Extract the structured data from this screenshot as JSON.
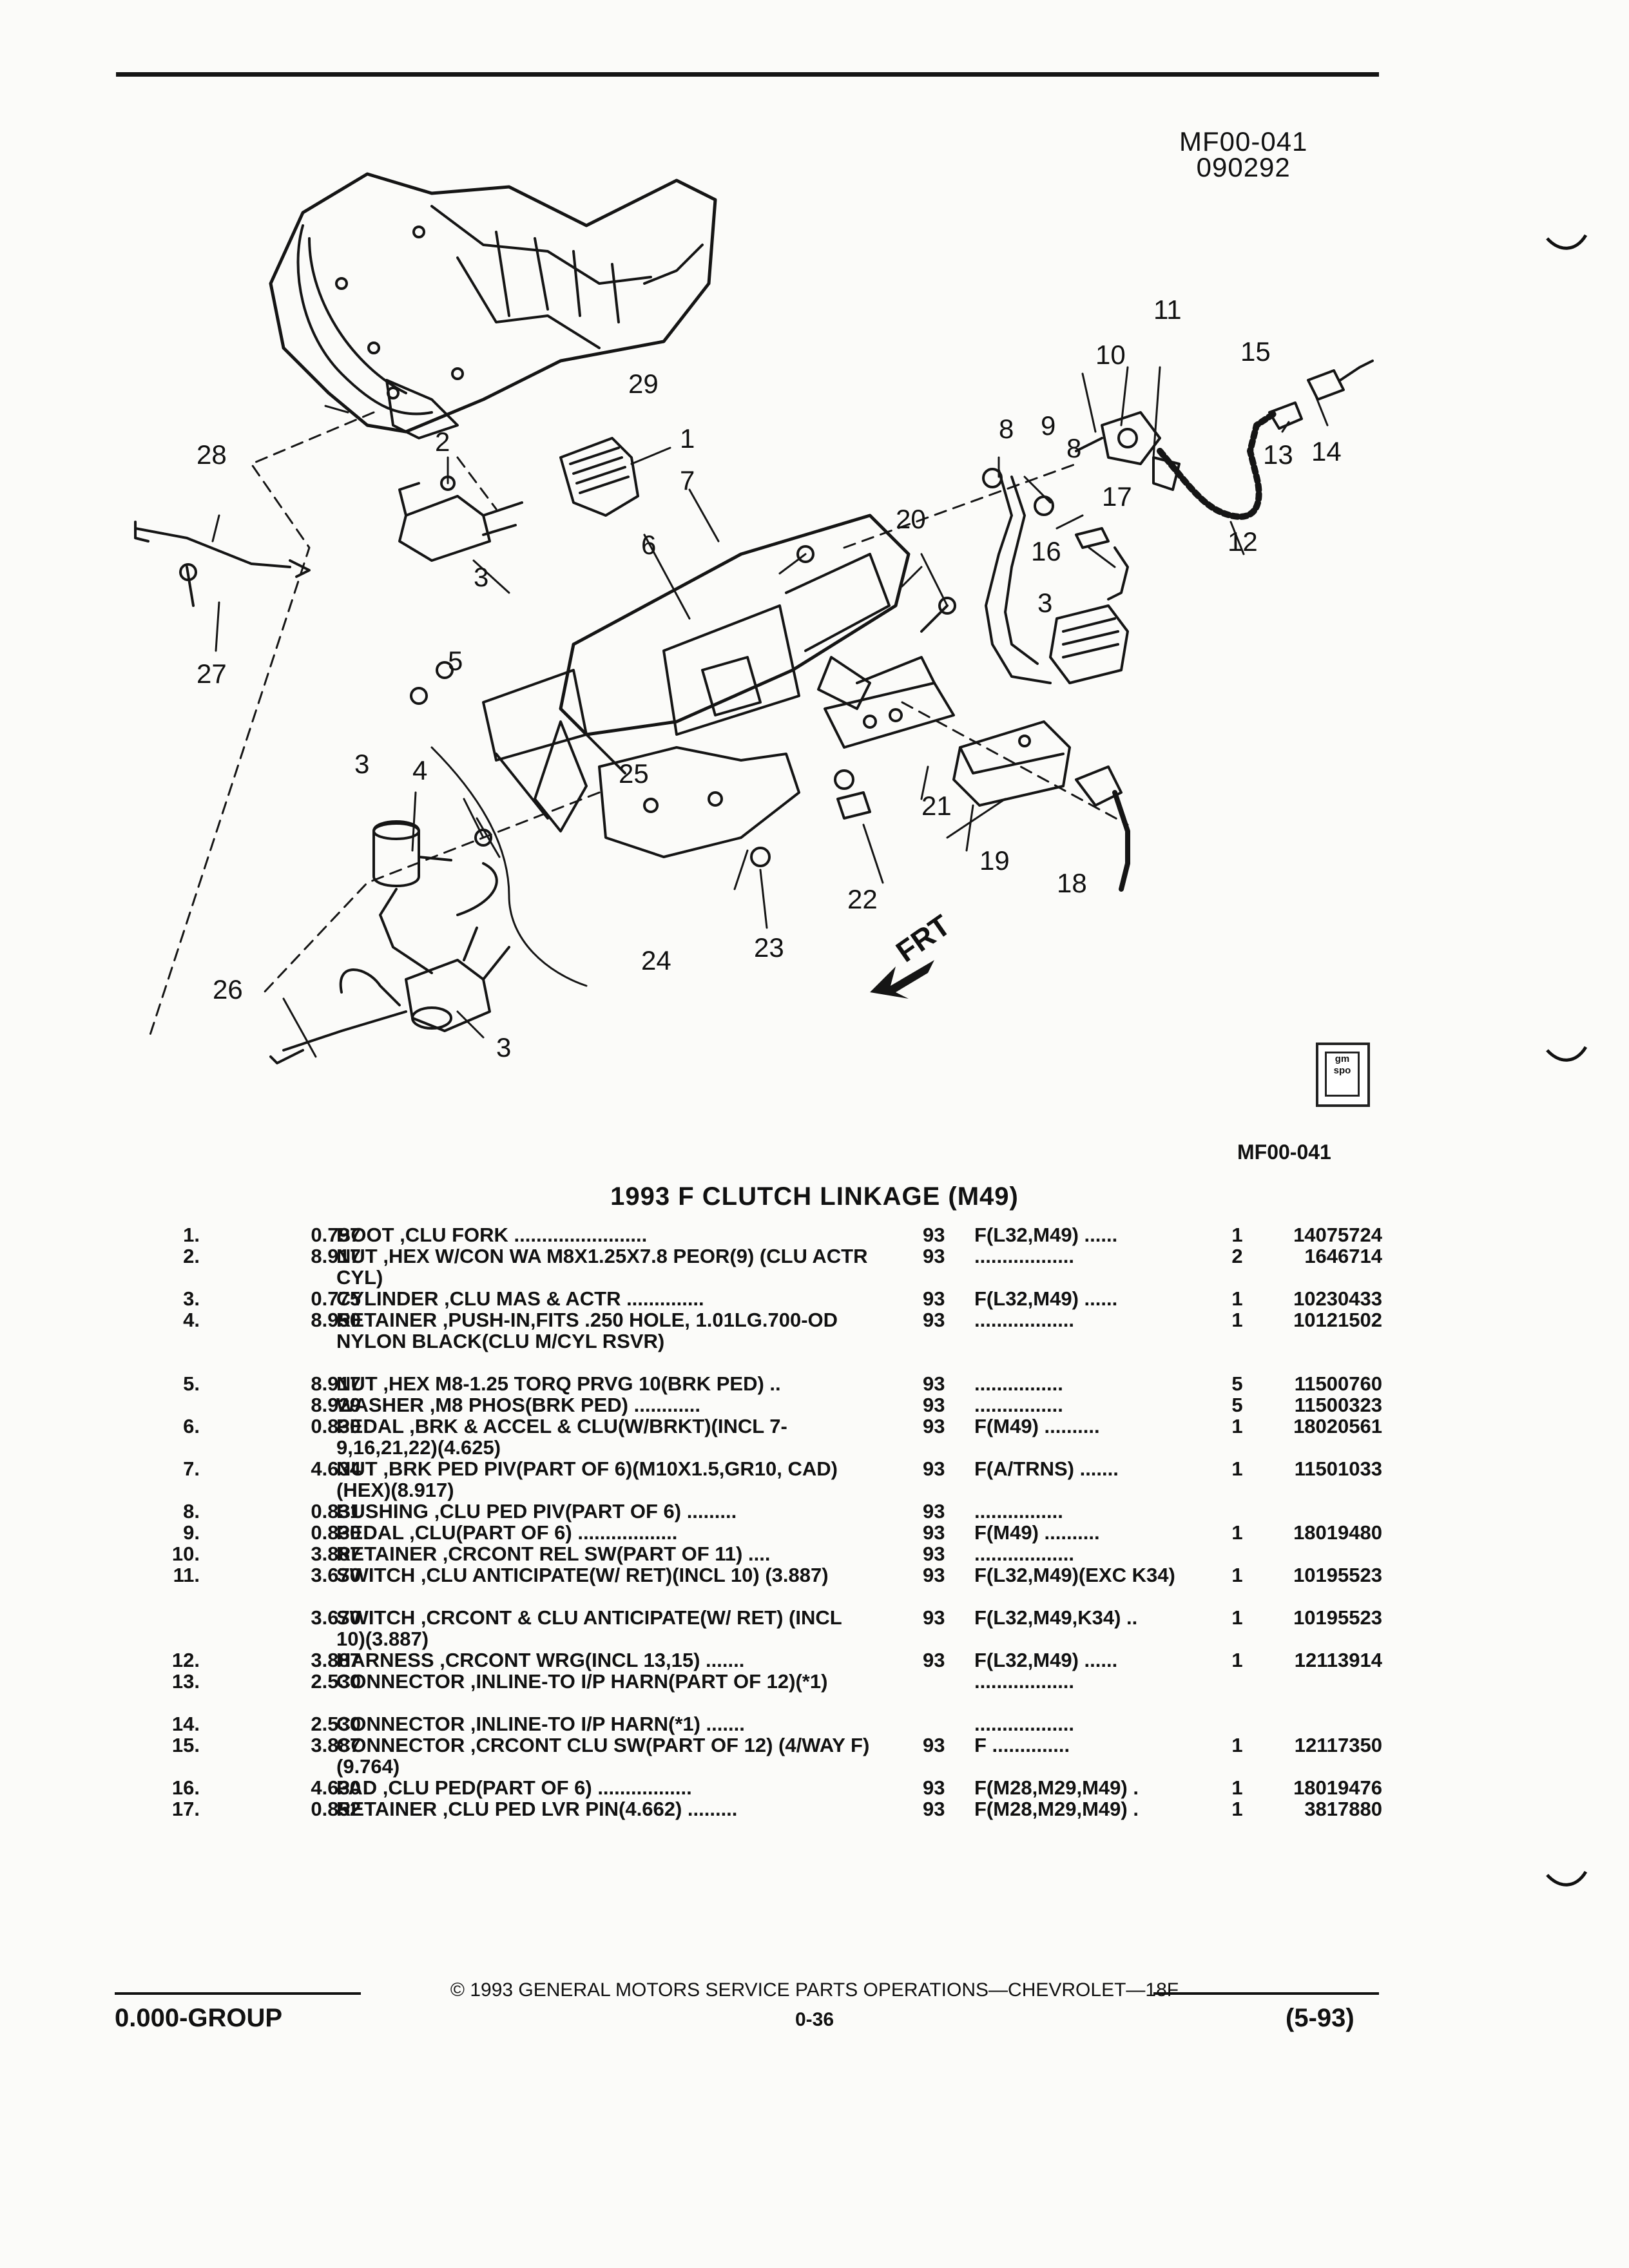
{
  "header": {
    "ref_code": "MF00-041",
    "ref_date": "090292"
  },
  "diagram": {
    "callouts": [
      "1",
      "2",
      "3",
      "4",
      "5",
      "6",
      "7",
      "8",
      "9",
      "10",
      "11",
      "12",
      "13",
      "14",
      "15",
      "16",
      "17",
      "18",
      "19",
      "20",
      "21",
      "22",
      "23",
      "24",
      "25",
      "26",
      "27",
      "28",
      "29"
    ],
    "direction_label": "FRT"
  },
  "figure_caption": "MF00-041",
  "section_title": "1993 F CLUTCH LINKAGE (M49)",
  "parts": [
    {
      "num": "1.",
      "grp": "0.797",
      "key": "BOOT",
      "desc": ",CLU FORK ........................",
      "yr": "93",
      "model": "F(L32,M49) ......",
      "qty": "1",
      "pn": "14075724"
    },
    {
      "num": "2.",
      "grp": "8.917",
      "key": "NUT",
      "desc": ",HEX W/CON WA M8X1.25X7.8 PEOR(9) (CLU ACTR CYL)",
      "yr": "93",
      "model": "..................",
      "qty": "2",
      "pn": "1646714"
    },
    {
      "num": "3.",
      "grp": "0.775",
      "key": "CYLINDER",
      "desc": ",CLU MAS & ACTR ..............",
      "yr": "93",
      "model": "F(L32,M49) ......",
      "qty": "1",
      "pn": "10230433"
    },
    {
      "num": "4.",
      "grp": "8.950",
      "key": "RETAINER",
      "desc": ",PUSH-IN,FITS .250 HOLE, 1.01LG.700-OD NYLON BLACK(CLU M/CYL RSVR)",
      "yr": "93",
      "model": "..................",
      "qty": "1",
      "pn": "10121502"
    },
    {
      "num": "5.",
      "grp": "8.917",
      "key": "NUT",
      "desc": ",HEX M8-1.25 TORQ PRVG 10(BRK PED) ..",
      "yr": "93",
      "model": "................",
      "qty": "5",
      "pn": "11500760"
    },
    {
      "num": "",
      "grp": "8.929",
      "key": "WASHER",
      "desc": ",M8 PHOS(BRK PED) ............",
      "yr": "93",
      "model": "................",
      "qty": "5",
      "pn": "11500323"
    },
    {
      "num": "6.",
      "grp": "0.830",
      "key": "PEDAL",
      "desc": ",BRK & ACCEL & CLU(W/BRKT)(INCL 7-9,16,21,22)(4.625)",
      "yr": "93",
      "model": "F(M49) ..........",
      "qty": "1",
      "pn": "18020561"
    },
    {
      "num": "7.",
      "grp": "4.634",
      "key": "NUT",
      "desc": ",BRK PED PIV(PART OF 6)(M10X1.5,GR10, CAD)(HEX)(8.917)",
      "yr": "93",
      "model": "F(A/TRNS) .......",
      "qty": "1",
      "pn": "11501033"
    },
    {
      "num": "8.",
      "grp": "0.831",
      "key": "BUSHING",
      "desc": ",CLU PED PIV(PART OF 6) .........",
      "yr": "93",
      "model": "................",
      "qty": "",
      "pn": ""
    },
    {
      "num": "9.",
      "grp": "0.830",
      "key": "PEDAL",
      "desc": ",CLU(PART OF 6) ..................",
      "yr": "93",
      "model": "F(M49) ..........",
      "qty": "1",
      "pn": "18019480"
    },
    {
      "num": "10.",
      "grp": "3.887",
      "key": "RETAINER",
      "desc": ",CRCONT REL SW(PART OF 11) ....",
      "yr": "93",
      "model": "..................",
      "qty": "",
      "pn": ""
    },
    {
      "num": "11.",
      "grp": "3.670",
      "key": "SWITCH",
      "desc": ",CLU ANTICIPATE(W/ RET)(INCL 10) (3.887)",
      "yr": "93",
      "model": "F(L32,M49)(EXC K34)",
      "qty": "1",
      "pn": "10195523"
    },
    {
      "num": "",
      "grp": "3.670",
      "key": "SWITCH",
      "desc": ",CRCONT & CLU ANTICIPATE(W/ RET) (INCL 10)(3.887)",
      "yr": "93",
      "model": "F(L32,M49,K34) ..",
      "qty": "1",
      "pn": "10195523"
    },
    {
      "num": "12.",
      "grp": "3.887",
      "key": "HARNESS",
      "desc": ",CRCONT WRG(INCL 13,15) .......",
      "yr": "93",
      "model": "F(L32,M49) ......",
      "qty": "1",
      "pn": "12113914"
    },
    {
      "num": "13.",
      "grp": "2.530",
      "key": "CONNECTOR",
      "desc": ",INLINE-TO I/P HARN(PART OF 12)(*1)",
      "yr": "",
      "model": "..................",
      "qty": "",
      "pn": ""
    },
    {
      "num": "14.",
      "grp": "2.530",
      "key": "CONNECTOR",
      "desc": ",INLINE-TO I/P HARN(*1) .......",
      "yr": "",
      "model": "..................",
      "qty": "",
      "pn": ""
    },
    {
      "num": "15.",
      "grp": "3.887",
      "key": "CONNECTOR",
      "desc": ",CRCONT CLU SW(PART OF 12) (4/WAY F)(9.764)",
      "yr": "93",
      "model": "F ..............",
      "qty": "1",
      "pn": "12117350"
    },
    {
      "num": "16.",
      "grp": "4.630",
      "key": "PAD",
      "desc": ",CLU PED(PART OF 6) .................",
      "yr": "93",
      "model": "F(M28,M29,M49) .",
      "qty": "1",
      "pn": "18019476"
    },
    {
      "num": "17.",
      "grp": "0.852",
      "key": "RETAINER",
      "desc": ",CLU PED LVR PIN(4.662) .........",
      "yr": "93",
      "model": "F(M28,M29,M49) .",
      "qty": "1",
      "pn": "3817880"
    }
  ],
  "footer": {
    "copyright": "© 1993 GENERAL MOTORS SERVICE PARTS OPERATIONS—CHEVROLET—18F",
    "group": "0.000-GROUP",
    "page": "0-36",
    "date": "(5-93)"
  }
}
